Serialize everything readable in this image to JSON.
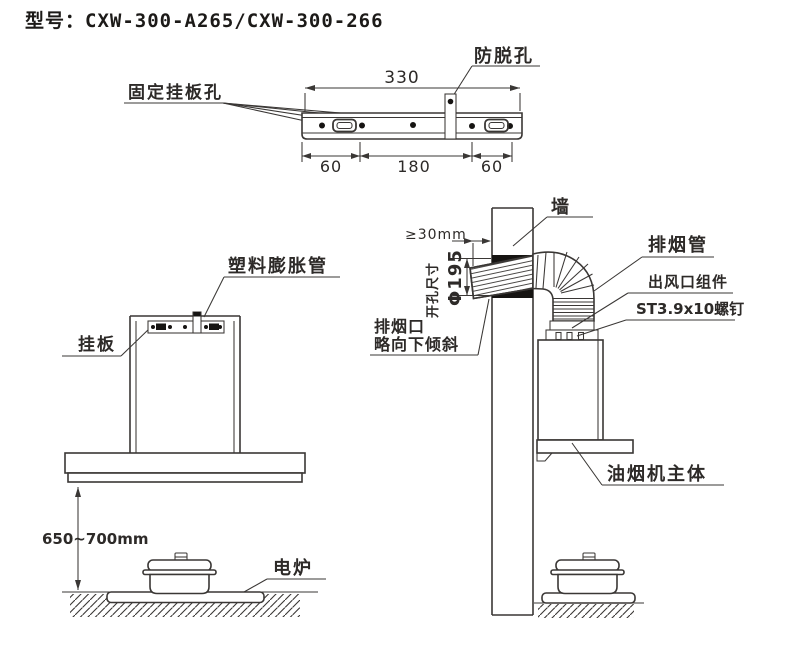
{
  "title": "型号：CXW-300-A265/CXW-300-266",
  "colors": {
    "line": "#3a3735",
    "text": "#2d2a28",
    "dark": "#161412",
    "bg": "#ffffff"
  },
  "bracket_diagram": {
    "label_anti_drop_hole": "防脱孔",
    "label_fixing_holes": "固定挂板孔",
    "dim_total": "330",
    "dim_left": "60",
    "dim_center": "180",
    "dim_right": "60"
  },
  "front_view": {
    "label_expansion_tube": "塑料膨胀管",
    "label_hanging_plate": "挂板",
    "label_electric_stove": "电炉",
    "dim_height": "650~700mm"
  },
  "side_view": {
    "label_wall": "墙",
    "label_exhaust_pipe": "排烟管",
    "label_outlet_assembly": "出风口组件",
    "label_screw": "ST3.9x10螺钉",
    "label_outlet_tilt_1": "排烟口",
    "label_outlet_tilt_2": "略向下倾斜",
    "label_hood_body": "油烟机主体",
    "dim_wall_gap": "≥30mm",
    "dim_hole_caption": "开孔尺寸",
    "dim_hole_diameter": "Φ195"
  }
}
